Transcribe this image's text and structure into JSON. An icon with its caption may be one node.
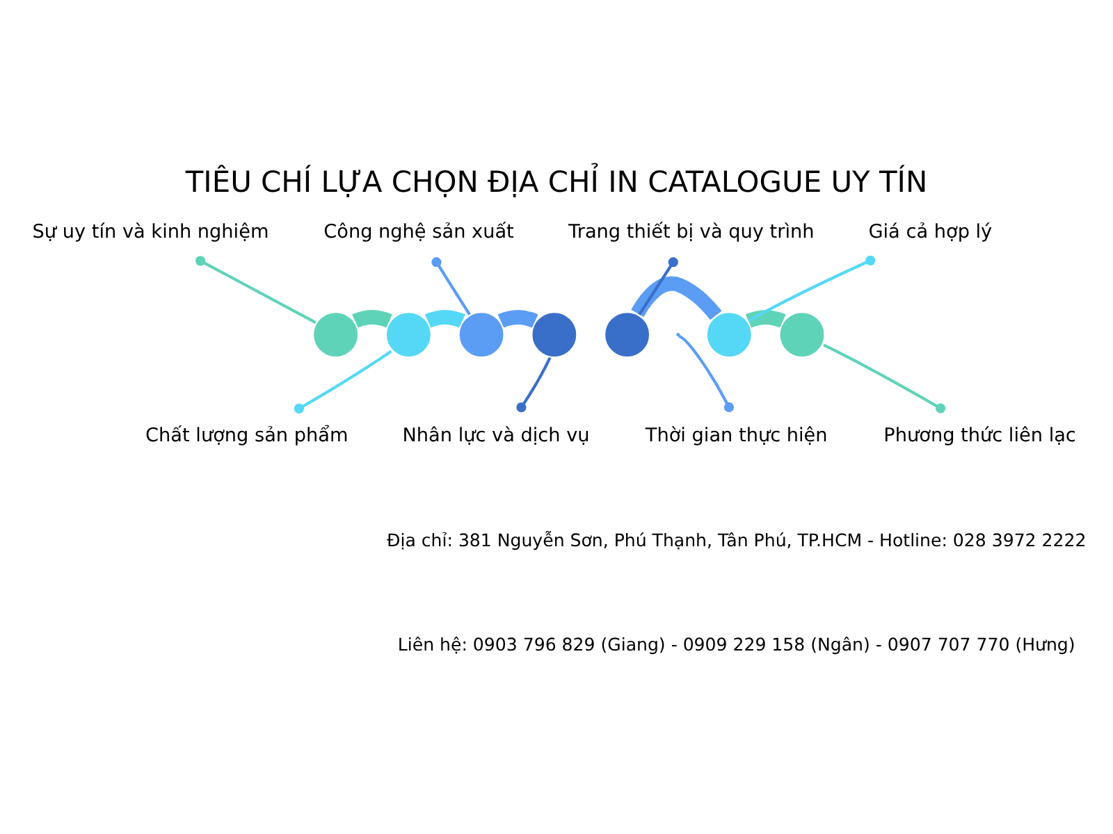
{
  "diagram": {
    "title": "TIÊU CHÍ LỰA CHỌN ĐỊA CHỈ IN CATALOGUE UY TÍN",
    "nodes": [
      {
        "text": [],
        "shape": "circle"
      },
      {
        "text": [],
        "shape": "circle"
      },
      {
        "text": [],
        "shape": "circle"
      },
      {
        "text": [],
        "shape": "circle"
      },
      {
        "text": [],
        "shape": "circle"
      },
      {
        "text": [],
        "shape": "circle"
      },
      {
        "text": [],
        "shape": "circle"
      },
      {
        "text": [
          "Sự uy tín và kinh nghiệm"
        ]
      },
      {
        "text": [
          "Chất lượng sản phẩm"
        ]
      },
      {
        "text": [
          "Công nghệ sản xuất"
        ]
      },
      {
        "text": [
          "Nhân lực và dịch vụ"
        ]
      },
      {
        "text": [
          "Trang thiết bị và quy trình"
        ]
      },
      {
        "text": [
          "Thời gian thực hiện"
        ]
      },
      {
        "text": [
          "Giá cả hợp lý"
        ]
      },
      {
        "text": [
          "Phương thức liên lạc"
        ]
      }
    ],
    "edges": [
      {
        "from": 0,
        "to": 1,
        "arrow": "none",
        "style": "thick",
        "color": "#5fd3b8"
      },
      {
        "from": 1,
        "to": 2,
        "arrow": "none",
        "style": "thick",
        "color": "#55d8f5"
      },
      {
        "from": 2,
        "to": 3,
        "arrow": "none",
        "style": "thick",
        "color": "#5b9cf5"
      },
      {
        "from": 4,
        "to": 5,
        "arrow": "none",
        "style": "thick",
        "color": "#5b9cf5"
      },
      {
        "from": 5,
        "to": 6,
        "arrow": "none",
        "style": "thick",
        "color": "#5fd3b8"
      },
      {
        "from": 7,
        "to": 0,
        "arrow": "other",
        "color": "#5fd3b8"
      },
      {
        "from": 8,
        "to": 1,
        "arrow": "other",
        "color": "#55d8f5"
      },
      {
        "from": 9,
        "to": 2,
        "arrow": "other",
        "color": "#5b9cf5"
      },
      {
        "from": 10,
        "to": 3,
        "arrow": "other",
        "color": "#3a6fc9"
      },
      {
        "from": 11,
        "to": 4,
        "arrow": "other",
        "color": "#3a6fc9"
      },
      {
        "from": 12,
        "to": null,
        "arrow": "other",
        "color": "#5b9cf5"
      },
      {
        "from": 13,
        "to": 5,
        "arrow": "other",
        "color": "#55d8f5"
      },
      {
        "from": 14,
        "to": 6,
        "arrow": "other",
        "color": "#5fd3b8"
      }
    ],
    "labels": [
      "Địa chỉ: 381 Nguyễn Sơn, Phú Thạnh, Tân Phú, TP.HCM - Hotline: 028 3972 2222",
      "Liên hệ: 0903 796 829 (Giang) - 0909 229 158 (Ngân) - 0907 707 770 (Hưng)"
    ]
  }
}
